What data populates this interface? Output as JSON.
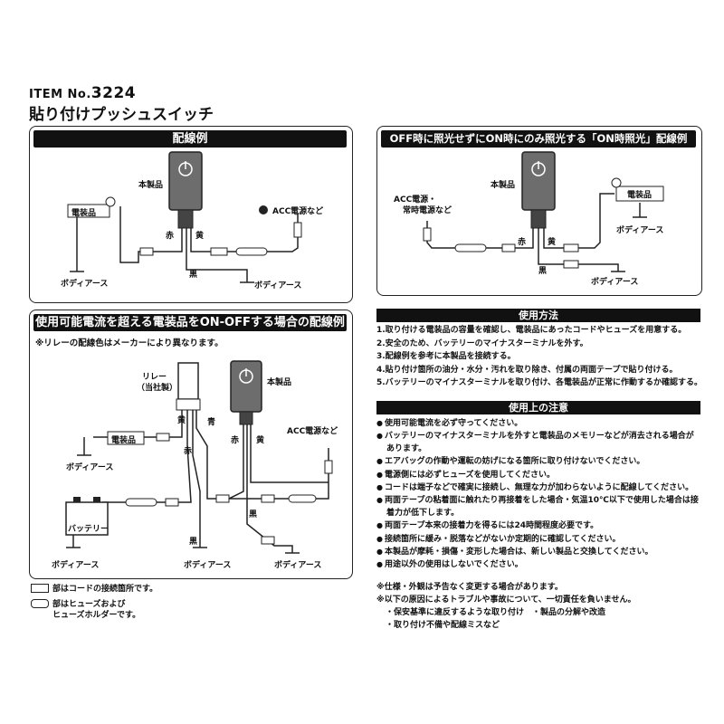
{
  "header": {
    "item_label": "ITEM No.",
    "item_number": "3224",
    "product_name": "貼り付けプッシュスイッチ"
  },
  "panel_wiring": {
    "title": "配線例",
    "labels": {
      "product": "本製品",
      "appliance": "電装品",
      "acc": "ACC電源など",
      "red": "赤",
      "yellow": "黄",
      "black": "黒",
      "body_earth_1": "ボディアース",
      "body_earth_2": "ボディアース"
    }
  },
  "panel_on_lit": {
    "title": "OFF時に照光せずにON時にのみ照光する「ON時照光」配線例",
    "labels": {
      "product": "本製品",
      "acc_line1": "ACC電源・",
      "acc_line2": "常時電源など",
      "appliance": "電装品",
      "red": "赤",
      "yellow": "黄",
      "black": "黒",
      "body_earth_1": "ボディアース",
      "body_earth_2": "ボディアース"
    }
  },
  "panel_relay": {
    "title": "使用可能電流を超える電装品をON-OFFする場合の配線例",
    "note": "※リレーの配線色はメーカーにより異なります。",
    "labels": {
      "relay_line1": "リレー",
      "relay_line2": "（当社製）",
      "product": "本製品",
      "appliance": "電装品",
      "battery": "バッテリー",
      "acc": "ACC電源など",
      "yellow_relay": "黄",
      "blue": "青",
      "red_relay": "赤",
      "red": "赤",
      "yellow": "黄",
      "black_relay": "黒",
      "black": "黒",
      "body_earth_1": "ボディアース",
      "body_earth_2": "ボディアース",
      "body_earth_3": "ボディアース",
      "body_earth_4": "ボディアース"
    }
  },
  "legend": {
    "connector": "部はコードの接続箇所です。",
    "fuse_line1": "部はヒューズおよび",
    "fuse_line2": "ヒューズホルダーです。"
  },
  "usage": {
    "title": "使用方法",
    "steps": [
      "1.取り付ける電装品の容量を確認し、電装品にあったコードやヒューズを用意する。",
      "2.安全のため、バッテリーのマイナスターミナルを外す。",
      "3.配線例を参考に本製品を接続する。",
      "4.貼り付け箇所の油分・水分・汚れを取り除き、付属の両面テープで貼り付ける。",
      "5.バッテリーのマイナスターミナルを取り付け、各電装品が正常に作動するか確認する。"
    ]
  },
  "cautions": {
    "title": "使用上の注意",
    "items": [
      "使用可能電流を必ず守ってください。",
      "バッテリーのマイナスターミナルを外すと電装品のメモリーなどが消去される場合があります。",
      "エアバッグの作動や運転の妨げになる箇所に取り付けないでください。",
      "電源側には必ずヒューズを使用してください。",
      "コードは端子などで確実に接続し、無理な力が加わらないように配線してください。",
      "両面テープの粘着面に触れたり再接着をした場合・気温10℃以下で使用した場合は接着力が低下します。",
      "両面テープ本来の接着力を得るには24時間程度必要です。",
      "接続箇所に緩み・脱落などがないか定期的に確認してください。",
      "本製品が摩耗・損傷・変形した場合は、新しい製品と交換してください。",
      "用途以外の使用はしないでください。"
    ]
  },
  "footnotes": {
    "line1": "※仕様・外観は予告なく変更する場合があります。",
    "line2": "※以下の原因によるトラブルや事故について、一切責任を負いません。",
    "line3": "・保安基準に違反するような取り付け　・製品の分解や改造",
    "line4": "・取り付け不備や配線ミスなど"
  }
}
